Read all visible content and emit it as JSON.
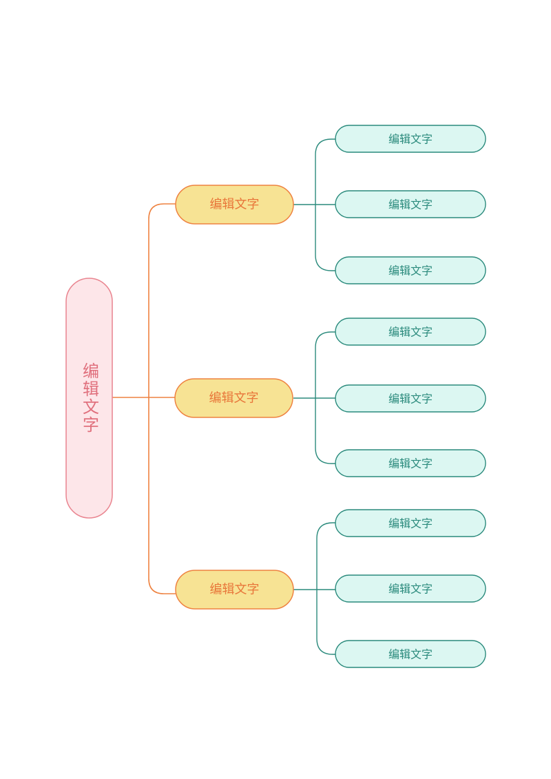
{
  "colors": {
    "root_fill": "#fde6e9",
    "root_stroke": "#e9848f",
    "root_text": "#e0707d",
    "branch_fill": "#f7e394",
    "branch_stroke": "#ee8240",
    "branch_text": "#e8763a",
    "leaf_fill": "#dcf7f2",
    "leaf_stroke": "#2a8a7c",
    "leaf_text": "#2a8a7c",
    "connector_orange": "#ee8240",
    "connector_teal": "#2a8a7c"
  },
  "root": {
    "label": "编辑文字"
  },
  "branches": [
    {
      "label": "编辑文字",
      "children": [
        {
          "label": "编辑文字"
        },
        {
          "label": "编辑文字"
        },
        {
          "label": "编辑文字"
        }
      ]
    },
    {
      "label": "编辑文字",
      "children": [
        {
          "label": "编辑文字"
        },
        {
          "label": "编辑文字"
        },
        {
          "label": "编辑文字"
        }
      ]
    },
    {
      "label": "编辑文字",
      "children": [
        {
          "label": "编辑文字"
        },
        {
          "label": "编辑文字"
        },
        {
          "label": "编辑文字"
        }
      ]
    }
  ]
}
